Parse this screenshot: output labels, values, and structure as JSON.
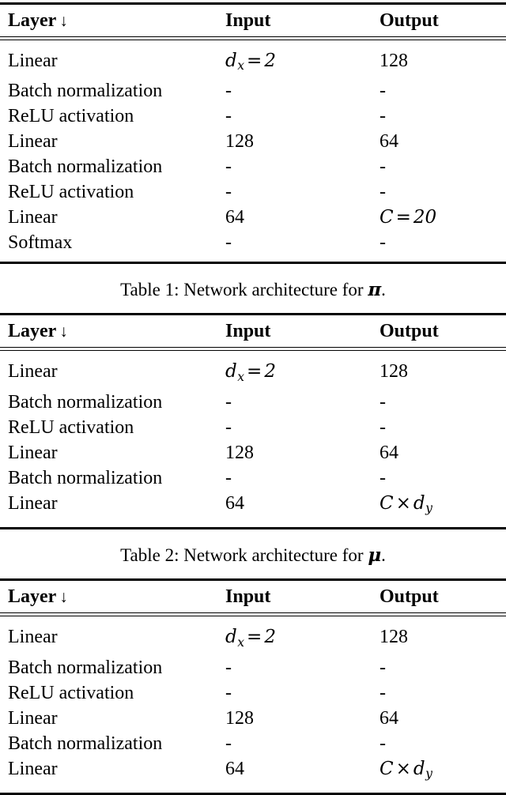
{
  "document": {
    "kind": "paper-tables-figure",
    "background_color": "#ffffff",
    "text_color": "#000000"
  },
  "columns": {
    "layer": "Layer",
    "layer_arrow": "↓",
    "input": "Input",
    "output": "Output"
  },
  "symbols": {
    "dash": "-",
    "equals": "=",
    "times": "×",
    "pi": "π",
    "mu": "μ"
  },
  "tables": [
    {
      "id": "table-1",
      "caption_prefix": "Table 1: Network architecture for ",
      "caption_symbol": "π",
      "caption_suffix": ".",
      "caption_full": "Table 1: Network architecture for π.",
      "rows": [
        {
          "layer": "Linear",
          "input_text": "",
          "input_math": {
            "base": "d",
            "sub": "x",
            "op": "=",
            "value": "2"
          },
          "output_text": "128",
          "output_math": null
        },
        {
          "layer": "Batch normalization",
          "input_text": "-",
          "input_math": null,
          "output_text": "-",
          "output_math": null
        },
        {
          "layer": "ReLU activation",
          "input_text": "-",
          "input_math": null,
          "output_text": "-",
          "output_math": null
        },
        {
          "layer": "Linear",
          "input_text": "128",
          "input_math": null,
          "output_text": "64",
          "output_math": null
        },
        {
          "layer": "Batch normalization",
          "input_text": "-",
          "input_math": null,
          "output_text": "-",
          "output_math": null
        },
        {
          "layer": "ReLU activation",
          "input_text": "-",
          "input_math": null,
          "output_text": "-",
          "output_math": null
        },
        {
          "layer": "Linear",
          "input_text": "64",
          "input_math": null,
          "output_text": "",
          "output_math": {
            "base": "C",
            "sub": "",
            "op": "=",
            "value": "20"
          }
        },
        {
          "layer": "Softmax",
          "input_text": "-",
          "input_math": null,
          "output_text": "-",
          "output_math": null
        }
      ]
    },
    {
      "id": "table-2",
      "caption_prefix": "Table 2: Network architecture for ",
      "caption_symbol": "μ",
      "caption_suffix": ".",
      "caption_full": "Table 2: Network architecture for μ.",
      "rows": [
        {
          "layer": "Linear",
          "input_text": "",
          "input_math": {
            "base": "d",
            "sub": "x",
            "op": "=",
            "value": "2"
          },
          "output_text": "128",
          "output_math": null
        },
        {
          "layer": "Batch normalization",
          "input_text": "-",
          "input_math": null,
          "output_text": "-",
          "output_math": null
        },
        {
          "layer": "ReLU activation",
          "input_text": "-",
          "input_math": null,
          "output_text": "-",
          "output_math": null
        },
        {
          "layer": "Linear",
          "input_text": "128",
          "input_math": null,
          "output_text": "64",
          "output_math": null
        },
        {
          "layer": "Batch normalization",
          "input_text": "-",
          "input_math": null,
          "output_text": "-",
          "output_math": null
        },
        {
          "layer": "Linear",
          "input_text": "64",
          "input_math": null,
          "output_text": "",
          "output_math": {
            "base": "C",
            "sub": "",
            "op": "×",
            "value": "d",
            "value_sub": "y"
          }
        }
      ]
    },
    {
      "id": "table-3",
      "caption_prefix": "",
      "caption_symbol": "",
      "caption_suffix": "",
      "caption_full": "",
      "rows": [
        {
          "layer": "Linear",
          "input_text": "",
          "input_math": {
            "base": "d",
            "sub": "x",
            "op": "=",
            "value": "2"
          },
          "output_text": "128",
          "output_math": null
        },
        {
          "layer": "Batch normalization",
          "input_text": "-",
          "input_math": null,
          "output_text": "-",
          "output_math": null
        },
        {
          "layer": "ReLU activation",
          "input_text": "-",
          "input_math": null,
          "output_text": "-",
          "output_math": null
        },
        {
          "layer": "Linear",
          "input_text": "128",
          "input_math": null,
          "output_text": "64",
          "output_math": null
        },
        {
          "layer": "Batch normalization",
          "input_text": "-",
          "input_math": null,
          "output_text": "-",
          "output_math": null
        },
        {
          "layer": "Linear",
          "input_text": "64",
          "input_math": null,
          "output_text": "",
          "output_math": {
            "base": "C",
            "sub": "",
            "op": "×",
            "value": "d",
            "value_sub": "y"
          }
        }
      ]
    }
  ]
}
